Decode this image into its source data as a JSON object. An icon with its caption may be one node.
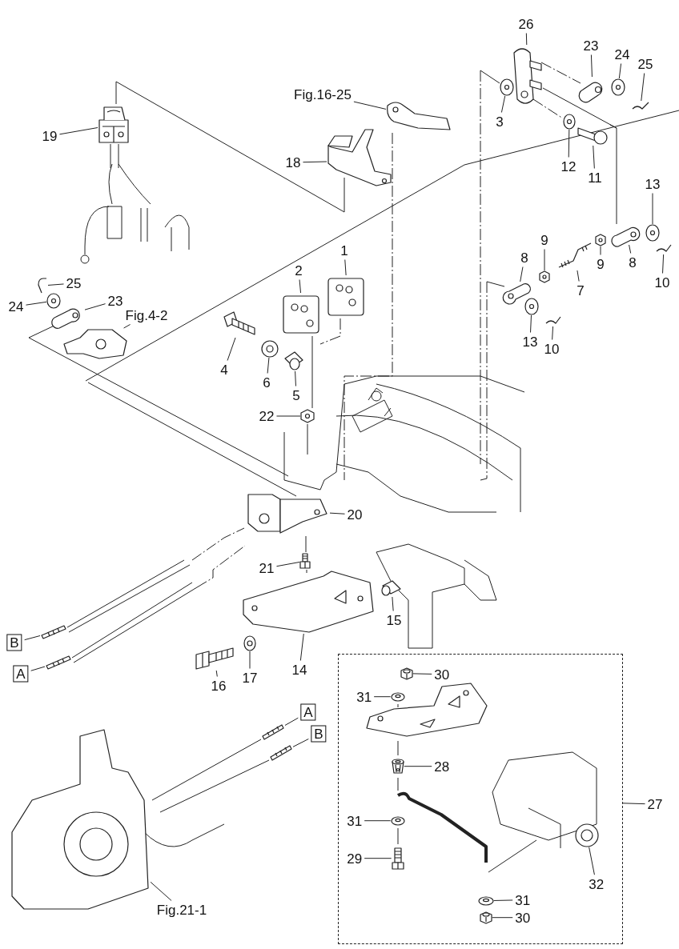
{
  "diagram": {
    "nodes": [
      {
        "text": [
          "26"
        ]
      },
      {
        "text": [
          "23"
        ]
      },
      {
        "text": [
          "24"
        ]
      },
      {
        "text": [
          "25"
        ]
      },
      {
        "text": [
          "Fig.16-25"
        ]
      },
      {
        "text": [
          "3"
        ]
      },
      {
        "text": [
          "19"
        ]
      },
      {
        "text": [
          "18"
        ]
      },
      {
        "text": [
          "12"
        ]
      },
      {
        "text": [
          "11"
        ]
      },
      {
        "text": [
          "13"
        ]
      },
      {
        "text": [
          "1"
        ]
      },
      {
        "text": [
          "2"
        ]
      },
      {
        "text": [
          "9"
        ]
      },
      {
        "text": [
          "8"
        ]
      },
      {
        "text": [
          "9"
        ]
      },
      {
        "text": [
          "7"
        ]
      },
      {
        "text": [
          "8"
        ]
      },
      {
        "text": [
          "10"
        ]
      },
      {
        "text": [
          "25"
        ]
      },
      {
        "text": [
          "24"
        ]
      },
      {
        "text": [
          "23"
        ]
      },
      {
        "text": [
          "Fig.4-2"
        ]
      },
      {
        "text": [
          "4"
        ]
      },
      {
        "text": [
          "13"
        ]
      },
      {
        "text": [
          "10"
        ]
      },
      {
        "text": [
          "6"
        ]
      },
      {
        "text": [
          "5"
        ]
      },
      {
        "text": [
          "22"
        ]
      },
      {
        "text": [
          "20"
        ]
      },
      {
        "text": [
          "21"
        ]
      },
      {
        "text": [
          "15"
        ]
      },
      {
        "text": [
          "14"
        ]
      },
      {
        "text": [
          "16"
        ]
      },
      {
        "text": [
          "17"
        ]
      },
      {
        "text": [
          "B"
        ]
      },
      {
        "text": [
          "A"
        ]
      },
      {
        "text": [],
        "shape": "box"
      },
      {
        "text": [
          "30"
        ],
        "in": 37
      },
      {
        "text": [
          "31"
        ],
        "in": 37
      },
      {
        "text": [
          "28"
        ],
        "in": 37
      },
      {
        "text": [
          "31"
        ],
        "in": 37
      },
      {
        "text": [
          "29"
        ],
        "in": 37
      },
      {
        "text": [
          "32"
        ],
        "in": 37
      },
      {
        "text": [
          "31"
        ],
        "in": 37
      },
      {
        "text": [
          "30"
        ],
        "in": 37
      },
      {
        "text": [
          "27"
        ]
      },
      {
        "text": [
          "A"
        ]
      },
      {
        "text": [
          "B"
        ]
      },
      {
        "text": [
          "Fig.21-1"
        ]
      },
      {
        "text": [],
        "shape": "picture"
      },
      {
        "text": [],
        "shape": "picture"
      },
      {
        "text": [],
        "shape": "picture"
      },
      {
        "text": [],
        "shape": "picture"
      },
      {
        "text": [],
        "shape": "picture"
      },
      {
        "text": [],
        "shape": "picture"
      },
      {
        "text": [],
        "shape": "picture"
      },
      {
        "text": [],
        "shape": "picture"
      },
      {
        "text": [],
        "shape": "picture"
      },
      {
        "text": [],
        "shape": "picture"
      },
      {
        "text": [],
        "shape": "picture"
      },
      {
        "text": [],
        "shape": "picture"
      },
      {
        "text": [],
        "shape": "picture"
      },
      {
        "text": [],
        "shape": "picture"
      },
      {
        "text": [],
        "shape": "picture"
      },
      {
        "text": [],
        "shape": "picture"
      },
      {
        "text": [],
        "shape": "picture"
      },
      {
        "text": [],
        "shape": "picture"
      },
      {
        "text": [],
        "shape": "picture"
      },
      {
        "text": [],
        "shape": "picture"
      },
      {
        "text": [],
        "shape": "picture"
      },
      {
        "text": [],
        "shape": "picture"
      },
      {
        "text": [],
        "shape": "picture"
      },
      {
        "text": [],
        "shape": "picture"
      },
      {
        "text": [],
        "shape": "picture"
      },
      {
        "text": [],
        "shape": "picture"
      },
      {
        "text": [],
        "shape": "picture"
      },
      {
        "text": [],
        "shape": "picture"
      },
      {
        "text": [],
        "shape": "picture"
      },
      {
        "text": [],
        "shape": "picture"
      },
      {
        "text": [],
        "shape": "picture"
      },
      {
        "text": [],
        "shape": "picture"
      },
      {
        "text": [],
        "shape": "picture"
      },
      {
        "text": [],
        "shape": "picture"
      },
      {
        "text": [],
        "shape": "picture"
      },
      {
        "text": [],
        "shape": "picture"
      },
      {
        "text": [],
        "shape": "picture"
      },
      {
        "text": [],
        "shape": "picture",
        "in": 37
      },
      {
        "text": [],
        "shape": "picture",
        "in": 37
      },
      {
        "text": [],
        "shape": "picture",
        "in": 37
      },
      {
        "text": [],
        "shape": "picture",
        "in": 37
      },
      {
        "text": [],
        "shape": "picture",
        "in": 37
      },
      {
        "text": [],
        "shape": "picture",
        "in": 37
      },
      {
        "text": [],
        "shape": "picture",
        "in": 37
      },
      {
        "text": [],
        "shape": "picture",
        "in": 37
      },
      {
        "text": [],
        "shape": "picture"
      },
      {
        "text": [],
        "shape": "picture"
      },
      {
        "text": [],
        "shape": "picture"
      },
      {
        "text": [],
        "shape": "picture",
        "in": 37
      }
    ],
    "edges": [
      {
        "from": 0,
        "to": 50,
        "arrow": "none"
      },
      {
        "from": 1,
        "to": 51,
        "arrow": "none"
      },
      {
        "from": 2,
        "to": 52,
        "arrow": "none"
      },
      {
        "from": 3,
        "to": 53,
        "arrow": "none"
      },
      {
        "from": 4,
        "to": 54,
        "arrow": "none"
      },
      {
        "from": 5,
        "to": 55,
        "arrow": "none"
      },
      {
        "from": 6,
        "to": 56,
        "arrow": "none"
      },
      {
        "from": 7,
        "to": 57,
        "arrow": "none"
      },
      {
        "from": 8,
        "to": 58,
        "arrow": "none"
      },
      {
        "from": 9,
        "to": 59,
        "arrow": "none"
      },
      {
        "from": 10,
        "to": 60,
        "arrow": "none"
      },
      {
        "from": 11,
        "to": 61,
        "arrow": "none"
      },
      {
        "from": 12,
        "to": 62,
        "arrow": "none"
      },
      {
        "from": 13,
        "to": 63,
        "arrow": "none"
      },
      {
        "from": 14,
        "to": 64,
        "arrow": "none"
      },
      {
        "from": 15,
        "to": 65,
        "arrow": "none"
      },
      {
        "from": 16,
        "to": 66,
        "arrow": "none"
      },
      {
        "from": 17,
        "to": 67,
        "arrow": "none"
      },
      {
        "from": 18,
        "to": 68,
        "arrow": "none"
      },
      {
        "from": 19,
        "to": 69,
        "arrow": "none"
      },
      {
        "from": 20,
        "to": 70,
        "arrow": "none"
      },
      {
        "from": 21,
        "to": 71,
        "arrow": "none"
      },
      {
        "from": 22,
        "to": 72,
        "arrow": "none"
      },
      {
        "from": 23,
        "to": 73,
        "arrow": "none"
      },
      {
        "from": 24,
        "to": 74,
        "arrow": "none"
      },
      {
        "from": 25,
        "to": 75,
        "arrow": "none"
      },
      {
        "from": 26,
        "to": 76,
        "arrow": "none"
      },
      {
        "from": 27,
        "to": 77,
        "arrow": "none"
      },
      {
        "from": 28,
        "to": 78,
        "arrow": "none"
      },
      {
        "from": 29,
        "to": 79,
        "arrow": "none"
      },
      {
        "from": 30,
        "to": 80,
        "arrow": "none"
      },
      {
        "from": 31,
        "to": 81,
        "arrow": "none"
      },
      {
        "from": 32,
        "to": 82,
        "arrow": "none"
      },
      {
        "from": 33,
        "to": 83,
        "arrow": "none"
      },
      {
        "from": 34,
        "to": 84,
        "arrow": "none"
      },
      {
        "from": 35,
        "to": 85,
        "arrow": "none"
      },
      {
        "from": 36,
        "to": 86,
        "arrow": "none"
      },
      {
        "from": 38,
        "to": 87,
        "arrow": "none"
      },
      {
        "from": 39,
        "to": 88,
        "arrow": "none"
      },
      {
        "from": 40,
        "to": 89,
        "arrow": "none"
      },
      {
        "from": 41,
        "to": 90,
        "arrow": "none"
      },
      {
        "from": 42,
        "to": 91,
        "arrow": "none"
      },
      {
        "from": 43,
        "to": 92,
        "arrow": "none"
      },
      {
        "from": 44,
        "to": 93,
        "arrow": "none"
      },
      {
        "from": 45,
        "to": 94,
        "arrow": "none"
      },
      {
        "from": 46,
        "to": 37,
        "arrow": "none"
      },
      {
        "from": 47,
        "to": 95,
        "arrow": "none"
      },
      {
        "from": 48,
        "to": 96,
        "arrow": "none"
      },
      {
        "from": 49,
        "to": 97,
        "arrow": "none"
      }
    ]
  }
}
